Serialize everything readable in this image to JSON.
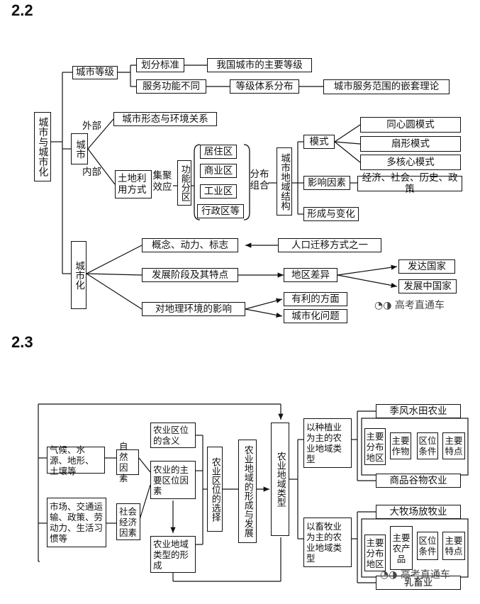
{
  "d22": {
    "section": "2.2",
    "root": "城市与城市化",
    "grade": "城市等级",
    "criteria": "划分标准",
    "main_grades": "我国城市的主要等级",
    "service": "服务功能不同",
    "hierarchy": "等级体系分布",
    "nested": "城市服务范围的嵌套理论",
    "city": "城市",
    "outside": "外部",
    "inside": "内部",
    "form_env": "城市形态与环境关系",
    "land_use": "土地利用方式",
    "cluster": "集聚效应",
    "func_zone": "功能分区",
    "zones": [
      "居住区",
      "商业区",
      "工业区",
      "行政区等"
    ],
    "distrib": "分布组合",
    "structure": "城市地域结构",
    "model": "模式",
    "models": [
      "同心圆模式",
      "扇形模式",
      "多核心模式"
    ],
    "factors": "影响因素",
    "factor_list": "经济、社会、历史、政策",
    "formation": "形成与变化",
    "urbanization": "城市化",
    "concept": "概念、动力、标志",
    "migration": "人口迁移方式之一",
    "stages": "发展阶段及其特点",
    "regional": "地区差异",
    "developed": "发达国家",
    "developing": "发展中国家",
    "impact": "对地理环境的影响",
    "favorable": "有利的方面",
    "problems": "城市化问题",
    "watermark": "高考直通车"
  },
  "d23": {
    "section": "2.3",
    "climate": "气候、水源、地形、土壤等",
    "natural": "自然因素",
    "social_list": "市场、交通运输、政策、劳动力、生活习惯等",
    "social": "社会经济因素",
    "meaning": "农业区位的含义",
    "main_factors": "农业的主要区位因素",
    "type_formation": "农业地域类型的形成",
    "choice": "农业区位的选择",
    "form_dev": "农业地域的形成与发展",
    "types": "农业地域类型",
    "planting": "以种植业为主的农业地域类型",
    "rice": "季风水田农业",
    "grain": "商品谷物农业",
    "livestock": "以畜牧业为主的农业地域类型",
    "ranch": "大牧场放牧业",
    "dairy": "乳畜业",
    "attrs_plant": [
      "主要分布地区",
      "主要作物",
      "区位条件",
      "主要特点"
    ],
    "attrs_live": [
      "主要分布地区",
      "主要农产品",
      "区位条件",
      "主要特点"
    ],
    "watermark": "高考直通车"
  }
}
